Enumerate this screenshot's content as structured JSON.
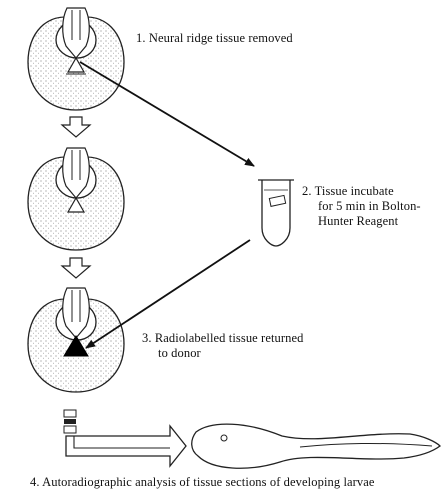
{
  "steps": [
    {
      "number": "1.",
      "lines": [
        "Neural ridge tissue removed"
      ]
    },
    {
      "number": "2.",
      "lines": [
        "Tissue incubate",
        "for 5 min in Bolton-",
        "Hunter Reagent"
      ]
    },
    {
      "number": "3.",
      "lines": [
        "Radiolabelled tissue returned",
        "to donor"
      ]
    },
    {
      "number": "4.",
      "lines": [
        "Autoradiographic analysis of tissue sections of developing larvae"
      ]
    }
  ]
}
